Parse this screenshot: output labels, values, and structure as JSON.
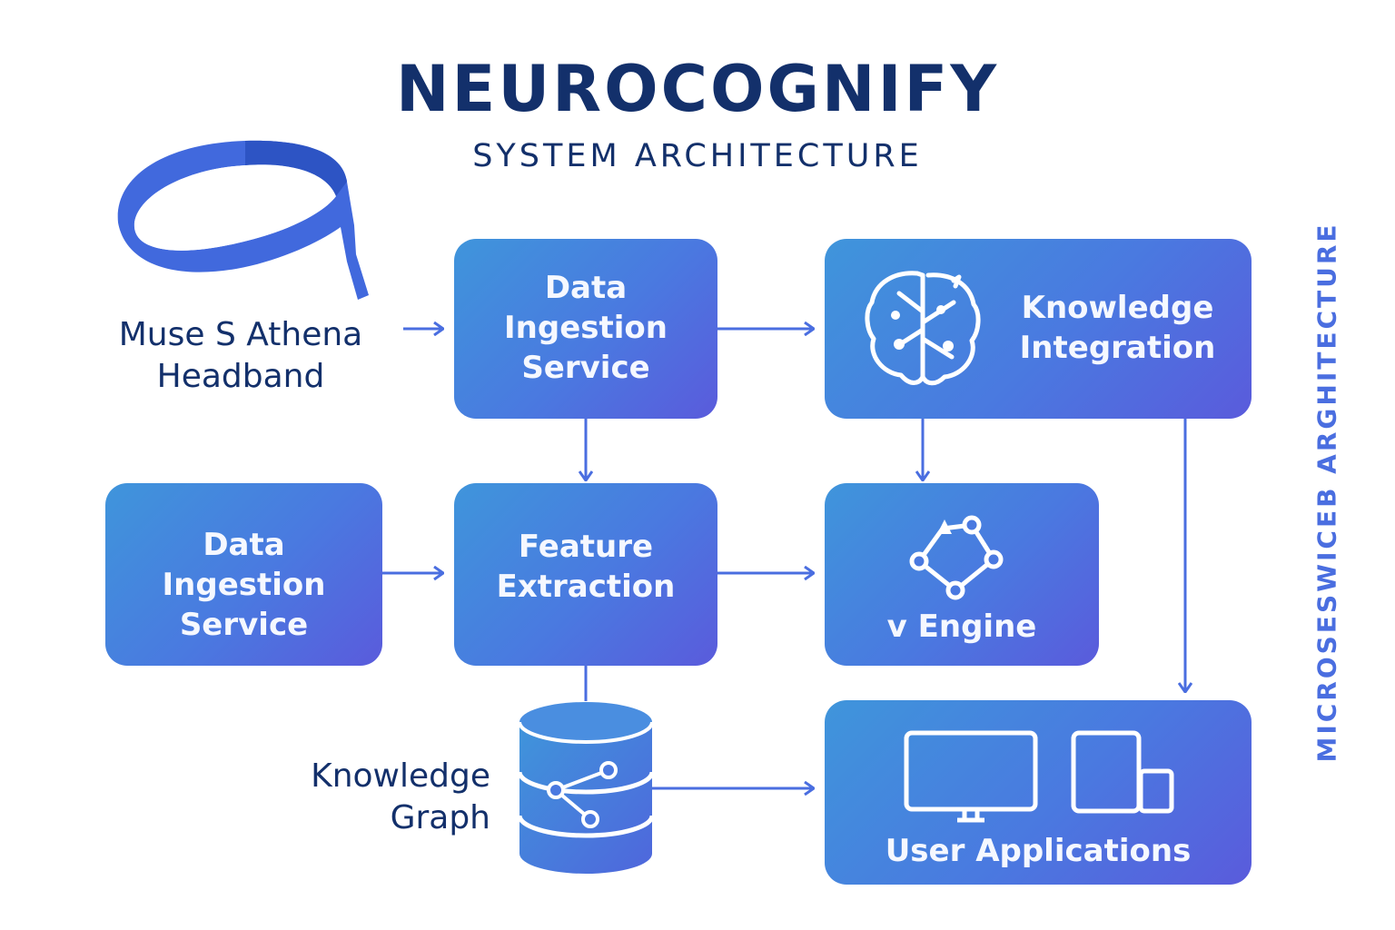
{
  "header": {
    "title": "NEUROCOGNIFY",
    "subtitle": "SYSTEM ARCHITECTURE"
  },
  "side_label": "MICROSESWICEB ARGHITECTURE",
  "devices": {
    "headband_label": "Muse S Athena\nHeadband"
  },
  "nodes": {
    "ingestion_top": "Data\nIngestion\nService",
    "knowledge_integration": "Knowledge\nIntegration",
    "ingestion_left": "Data\nIngestion\nService",
    "feature_extraction": "Feature\nExtraction",
    "engine": "v Engine",
    "knowledge_graph": "Knowledge\nGraph",
    "user_applications": "User Applications"
  },
  "icons": {
    "headband": "headband-icon",
    "brain": "brain-icon",
    "network": "network-icon",
    "database": "database-icon",
    "devices": "devices-icon"
  },
  "colors": {
    "title": "#13306b",
    "box_start": "#3f95db",
    "box_end": "#5a5bdc",
    "arrow": "#4a6ee0",
    "side_label": "#4a6ee0"
  }
}
